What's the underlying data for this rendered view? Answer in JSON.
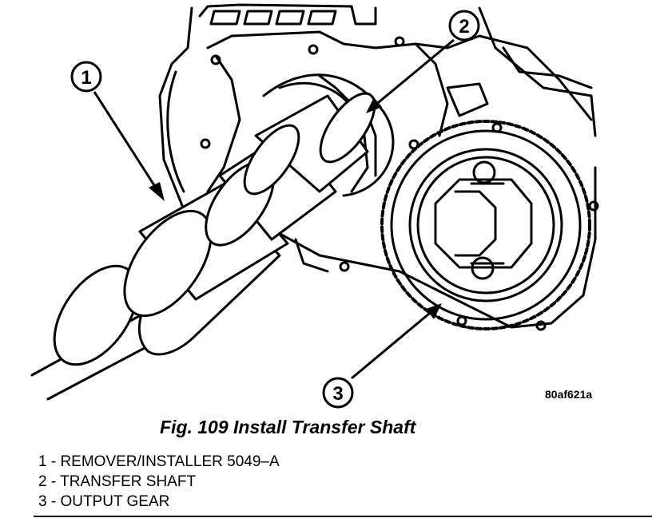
{
  "figure": {
    "code": "80af621a",
    "caption": "Fig. 109 Install Transfer Shaft"
  },
  "callouts": [
    {
      "number": "1"
    },
    {
      "number": "2"
    },
    {
      "number": "3"
    }
  ],
  "legend": [
    {
      "text": "1 - REMOVER/INSTALLER 5049–A"
    },
    {
      "text": "2 - TRANSFER SHAFT"
    },
    {
      "text": "3 - OUTPUT GEAR"
    }
  ]
}
